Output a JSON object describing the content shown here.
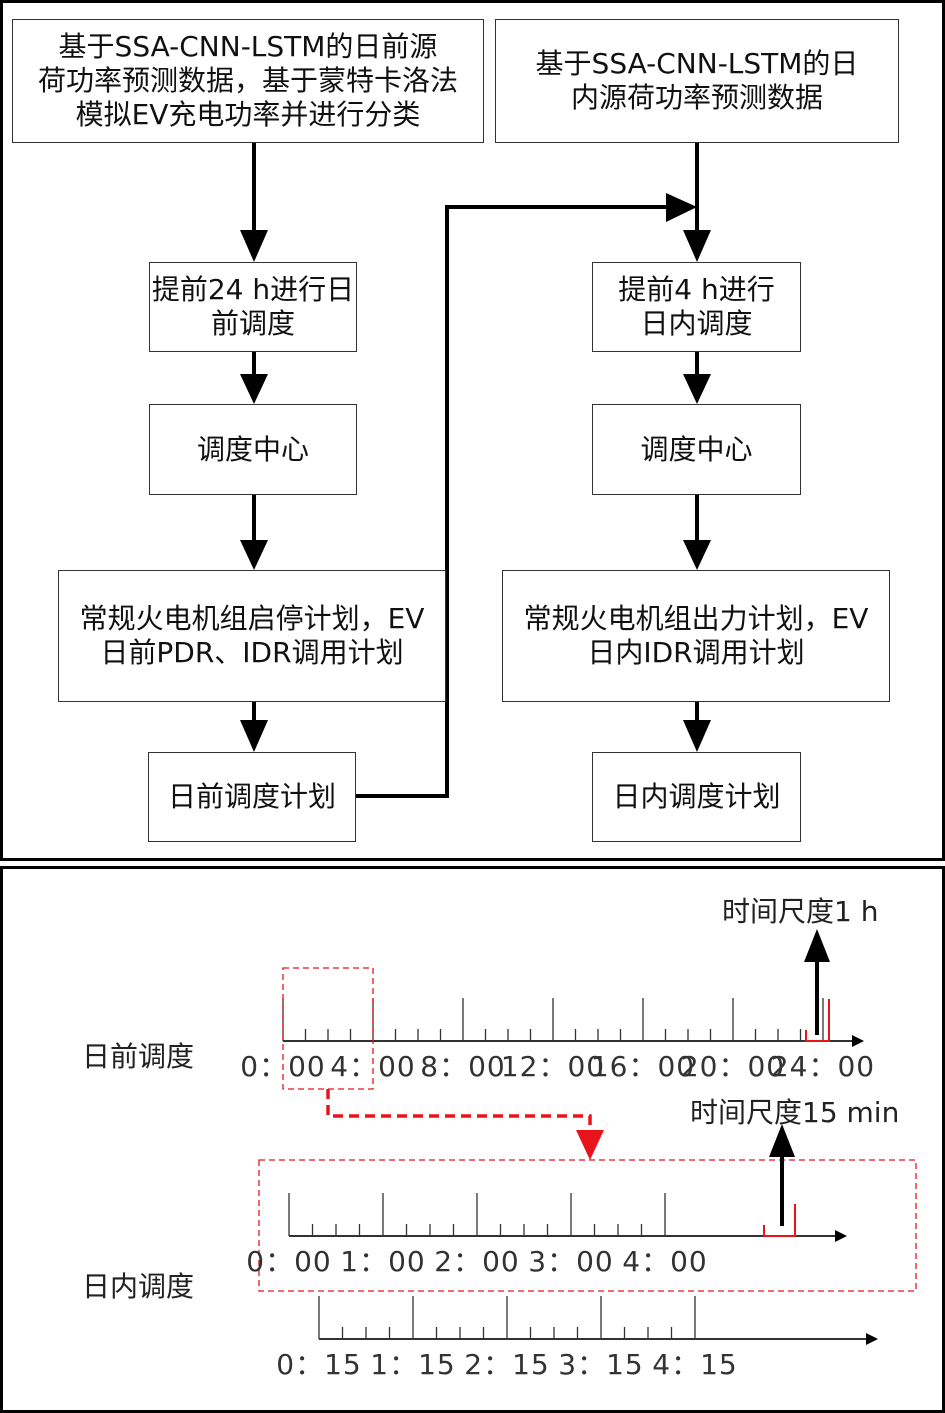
{
  "flowchart": {
    "day_ahead": {
      "input": "基于SSA-CNN-LSTM的日前源\n荷功率预测数据，基于蒙特卡洛法\n模拟EV充电功率并进行分类",
      "advance": "提前24 h进行日\n前调度",
      "center": "调度中心",
      "plan_detail": "常规火电机组启停计划，EV\n日前PDR、IDR调用计划",
      "plan": "日前调度计划"
    },
    "intraday": {
      "input": "基于SSA-CNN-LSTM的日\n内源荷功率预测数据",
      "advance": "提前4 h进行\n日内调度",
      "center": "调度中心",
      "plan_detail": "常规火电机组出力计划，EV\n日内IDR调用计划",
      "plan": "日内调度计划"
    }
  },
  "timeline": {
    "day_ahead_label": "日前调度",
    "intraday_label": "日内调度",
    "scale_1h": "时间尺度1 h",
    "scale_15min": "时间尺度15 min",
    "day_ahead_ticks": [
      "0：00",
      "4：00",
      "8：00",
      "12：00",
      "16：00",
      "20：00",
      "24：00"
    ],
    "intraday_ticks": [
      "0：00",
      "1：00",
      "2：00",
      "3：00",
      "4：00"
    ],
    "intraday_shift_ticks": [
      "0：15",
      "1：15",
      "2：15",
      "3：15",
      "4：15"
    ],
    "highlight_color": "#e8141b"
  }
}
